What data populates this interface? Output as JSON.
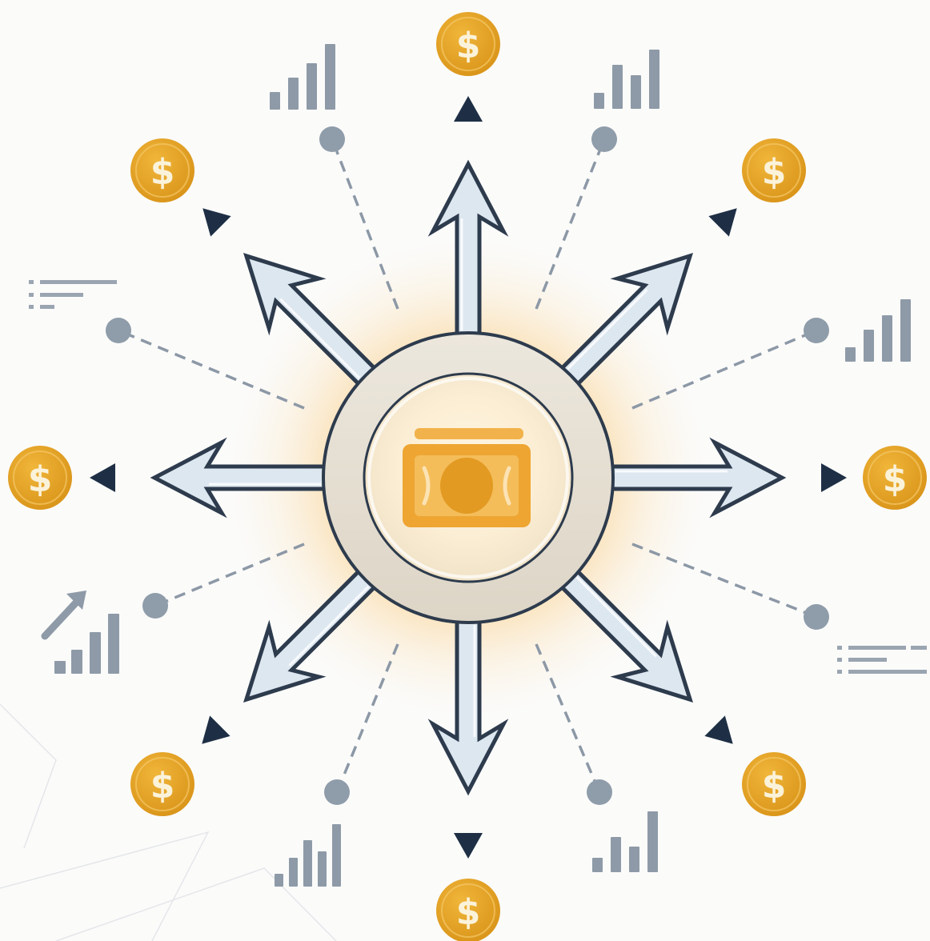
{
  "diagram": {
    "type": "radial-flow",
    "center": {
      "icon": "banknote-icon"
    },
    "coin_symbol": "$",
    "coin_count": 8,
    "arrow_count": 8,
    "connector_count": 8,
    "colors": {
      "background": "#fbfbfa",
      "coin": "#e1a024",
      "coin_symbol": "#fbf2da",
      "glow": "#f6a92a",
      "banknote": "#eea532",
      "arrow_fill": "#dde7f0",
      "outline": "#2d3b4d",
      "triangle": "#1e2f45",
      "connector": "#8c98a6",
      "chart_bar": "#8e9aa7"
    },
    "icons": [
      "bar-chart-icon",
      "growth-chart-icon",
      "text-lines-icon",
      "dollar-coin-icon",
      "triangle-pointer-icon",
      "double-arrow-icon"
    ]
  }
}
